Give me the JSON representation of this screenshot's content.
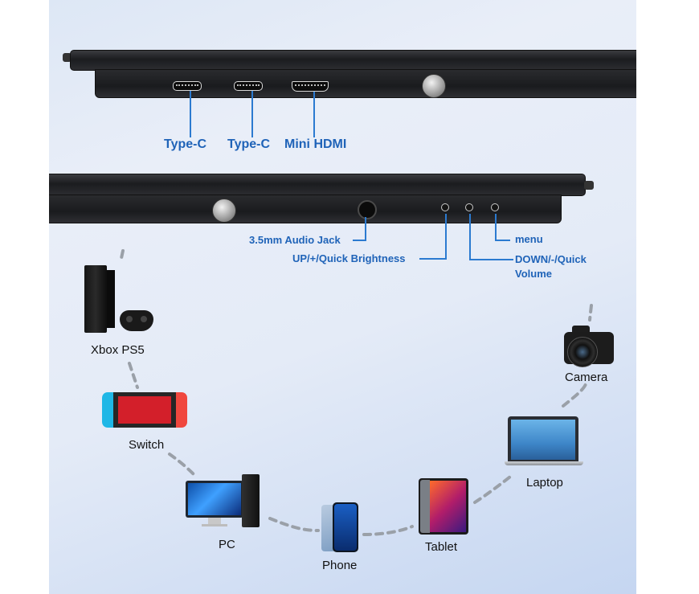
{
  "ports": {
    "type_c_1": "Type-C",
    "type_c_2": "Type-C",
    "mini_hdmi": "Mini HDMI"
  },
  "buttons": {
    "audio_jack": "3.5mm Audio Jack",
    "brightness": "UP/+/Quick  Brightness",
    "menu": "menu",
    "volume_line1": "DOWN/-/Quick",
    "volume_line2": "Volume"
  },
  "devices": {
    "xbox_ps5": "Xbox PS5",
    "switch": "Switch",
    "pc": "PC",
    "phone": "Phone",
    "tablet": "Tablet",
    "laptop": "Laptop",
    "camera": "Camera"
  },
  "colors": {
    "accent_blue": "#1f63b8",
    "connector_gray": "#9aa0a8",
    "device_body": "#1b1c1f"
  }
}
